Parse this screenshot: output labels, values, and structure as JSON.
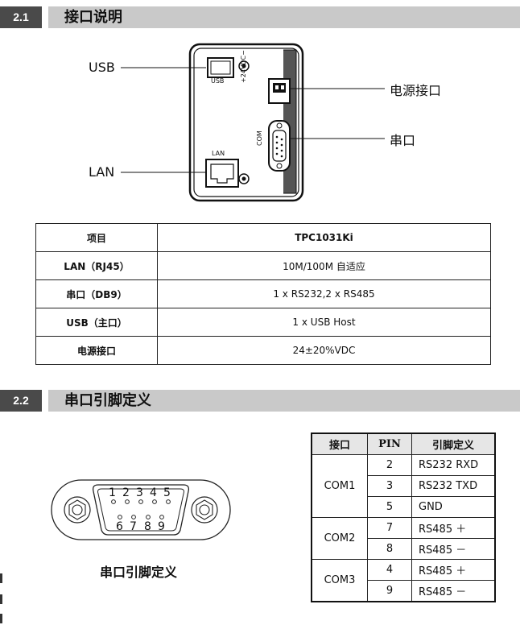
{
  "section1": {
    "number": "2.1",
    "title": "接口说明"
  },
  "section2": {
    "number": "2.2",
    "title": "串口引脚定义"
  },
  "device": {
    "label_usb": "USB",
    "label_lan": "LAN",
    "label_power": "电源接口",
    "label_serial": "串口",
    "port_usb": "USB",
    "port_lan": "LAN",
    "port_power": "+24VDC−",
    "port_com": "COM"
  },
  "spec_table": {
    "header": {
      "item": "项目",
      "model": "TPC1031Ki"
    },
    "rows": [
      {
        "item": "LAN（RJ45）",
        "value": "10M/100M 自适应"
      },
      {
        "item": "串口（DB9）",
        "value": "1 x RS232,2 x RS485"
      },
      {
        "item": "USB（主口）",
        "value": "1 x USB Host"
      },
      {
        "item": "电源接口",
        "value": "24±20%VDC"
      }
    ]
  },
  "connector": {
    "top_pins": [
      "1",
      "2",
      "3",
      "4",
      "5"
    ],
    "bottom_pins": [
      "6",
      "7",
      "8",
      "9"
    ],
    "caption": "串口引脚定义"
  },
  "pin_table": {
    "header": {
      "iface": "接口",
      "pin": "PIN",
      "def": "引脚定义"
    },
    "groups": [
      {
        "iface": "COM1",
        "rows": [
          {
            "pin": "2",
            "def": "RS232 RXD"
          },
          {
            "pin": "3",
            "def": "RS232 TXD"
          },
          {
            "pin": "5",
            "def": "GND"
          }
        ]
      },
      {
        "iface": "COM2",
        "rows": [
          {
            "pin": "7",
            "def": "RS485 ＋"
          },
          {
            "pin": "8",
            "def": "RS485 －"
          }
        ]
      },
      {
        "iface": "COM3",
        "rows": [
          {
            "pin": "4",
            "def": "RS485 ＋"
          },
          {
            "pin": "9",
            "def": "RS485 －"
          }
        ]
      }
    ]
  }
}
